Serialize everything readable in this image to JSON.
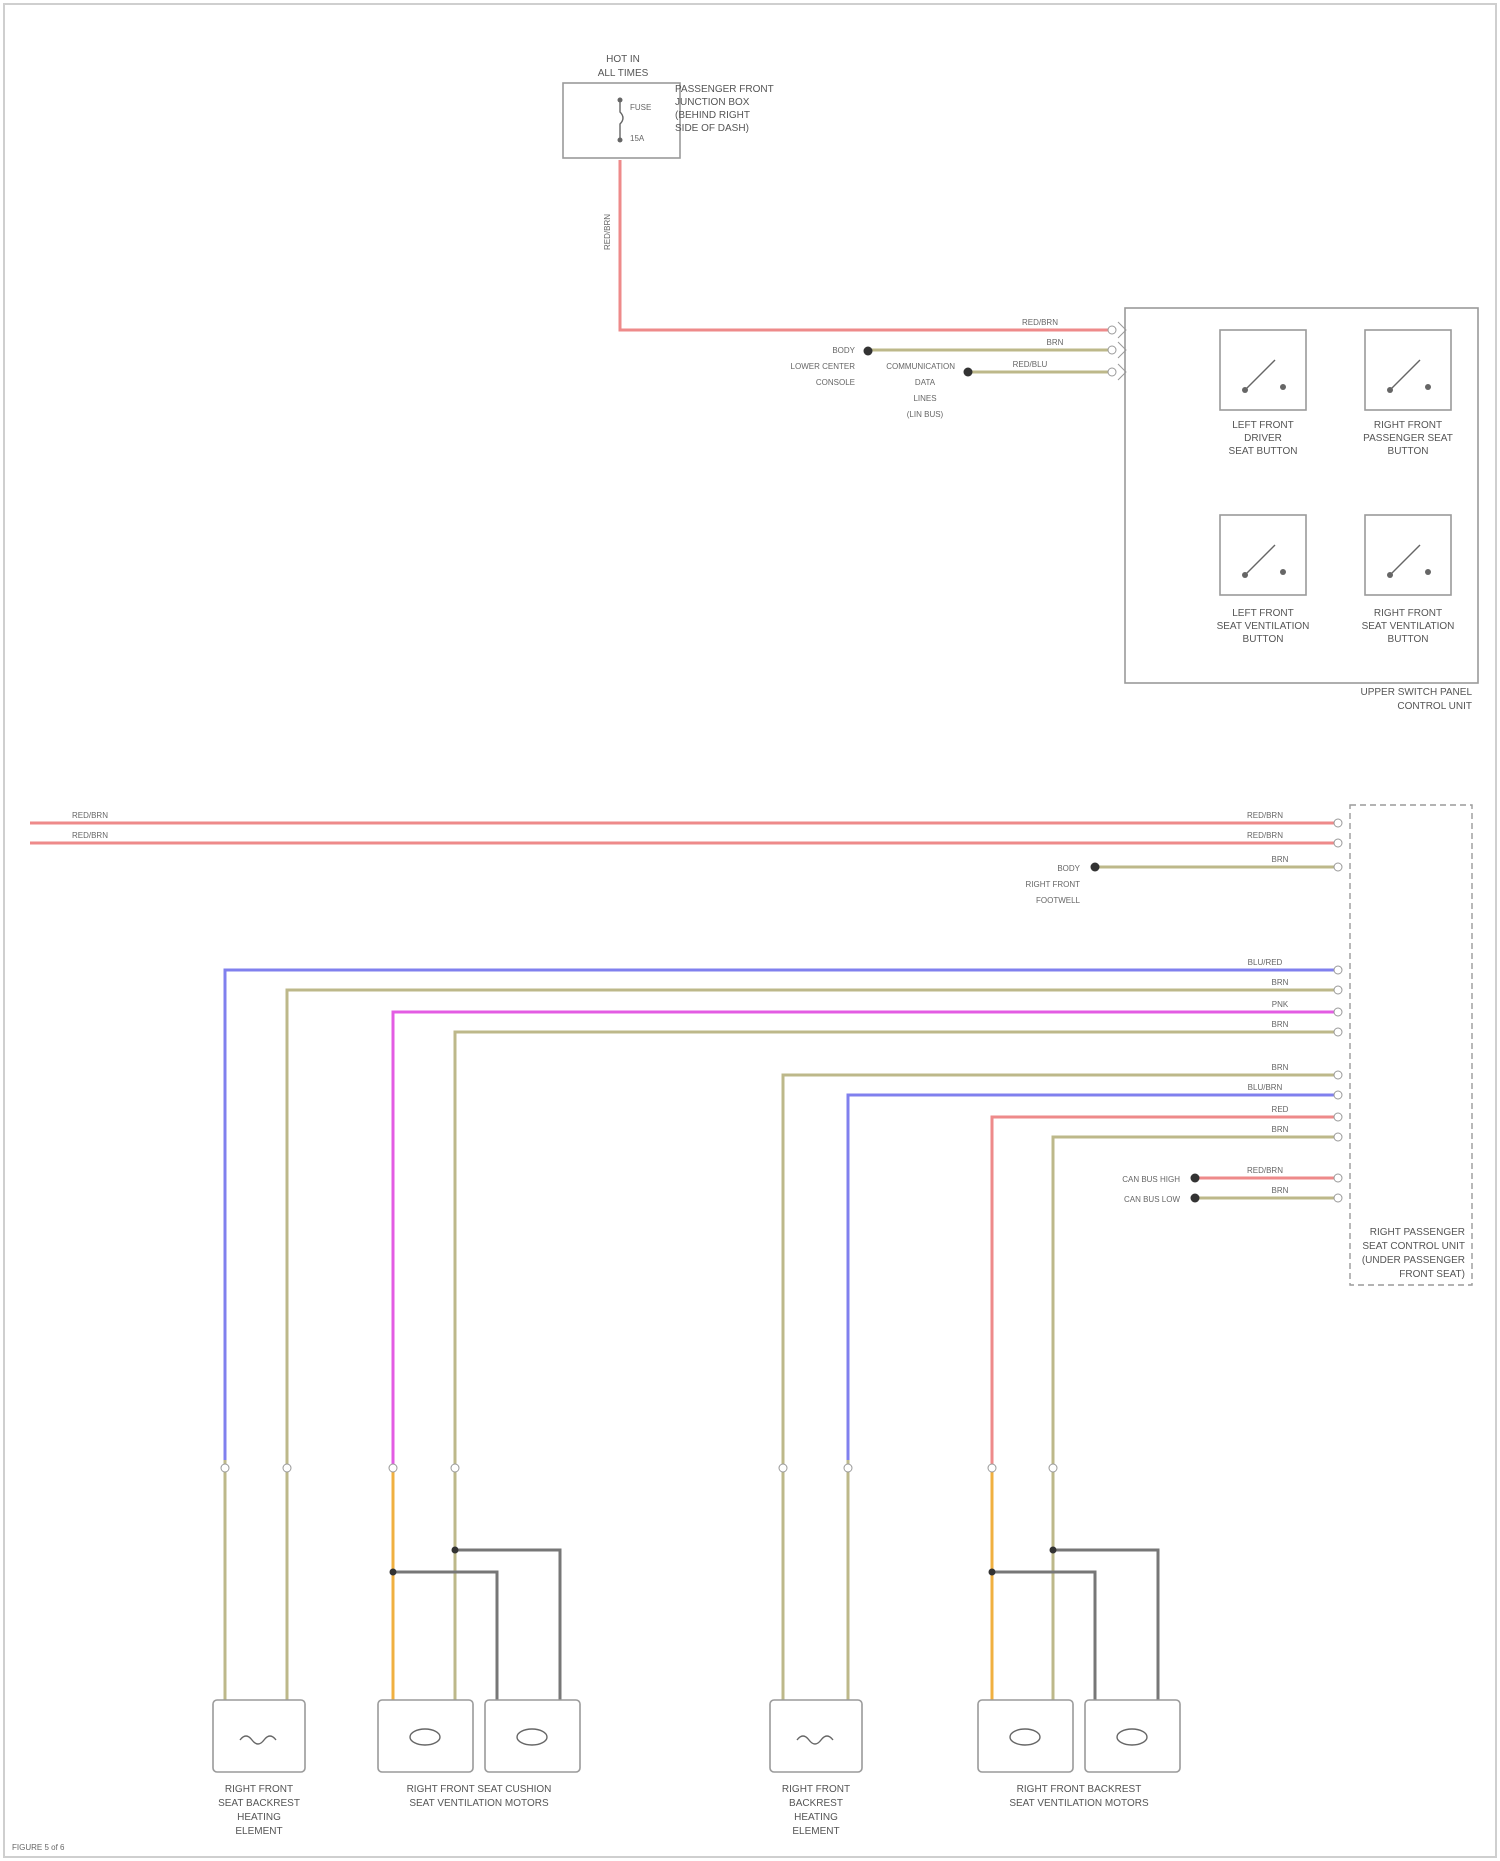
{
  "colors": {
    "red": "#ee8a8a",
    "tan": "#bdb88a",
    "blue": "#8080ee",
    "magenta": "#e35ce3",
    "gray": "#777777",
    "orange": "#f0b040",
    "box_stroke": "#9a9a9a"
  },
  "top_module": {
    "title_line1": "HOT IN",
    "title_line2": "ALL TIMES",
    "desc_line1": "PASSENGER FRONT",
    "desc_line2": "JUNCTION BOX",
    "desc_line3": "(BEHIND RIGHT",
    "desc_line4": "SIDE OF DASH)",
    "fuse_label": "FUSE",
    "fuse_amp": "15A"
  },
  "switch_panel": {
    "label_line1": "UPPER SWITCH PANEL",
    "label_line2": "CONTROL UNIT",
    "switches": [
      {
        "line1": "LEFT FRONT",
        "line2": "DRIVER",
        "line3": "SEAT BUTTON"
      },
      {
        "line1": "RIGHT FRONT",
        "line2": "PASSENGER SEAT",
        "line3": "BUTTON"
      },
      {
        "line1": "LEFT FRONT",
        "line2": "SEAT VENTILATION",
        "line3": "BUTTON"
      },
      {
        "line1": "RIGHT FRONT",
        "line2": "SEAT VENTILATION",
        "line3": "BUTTON"
      }
    ],
    "wire_labels": [
      "RED/BRN",
      "BRN",
      "RED/BLU"
    ],
    "ground_label_line1": "BODY",
    "ground_label_line2": "LOWER CENTER",
    "ground_label_line3": "CONSOLE",
    "comm_label_line1": "COMMUNICATION",
    "comm_label_line2": "DATA",
    "comm_label_line3": "LINES",
    "comm_label_line4": "(LIN BUS)"
  },
  "control_module": {
    "label_line1": "RIGHT PASSENGER",
    "label_line2": "SEAT CONTROL UNIT",
    "label_line3": "(UNDER PASSENGER",
    "label_line4": "FRONT SEAT)",
    "power_wires": [
      "RED/BRN",
      "RED/BRN",
      "BRN"
    ],
    "ground_label_line1": "BODY",
    "ground_label_line2": "RIGHT FRONT",
    "ground_label_line3": "FOOTWELL",
    "signal_wires": [
      "BLU/RED",
      "BRN",
      "PNK",
      "BRN",
      "BRN",
      "BLU/BRN",
      "RED",
      "BRN"
    ],
    "bus_wires": [
      "RED/BRN",
      "BRN"
    ],
    "bus_label_line1": "CAN BUS HIGH",
    "bus_label_line2": "CAN BUS LOW"
  },
  "components": [
    {
      "line1": "RIGHT FRONT",
      "line2": "SEAT BACKREST",
      "line3": "HEATING",
      "line4": "ELEMENT"
    },
    {
      "line1": "RIGHT FRONT SEAT CUSHION",
      "line2": "SEAT VENTILATION MOTORS",
      "line3": "",
      "line4": ""
    },
    {
      "line1": "RIGHT FRONT",
      "line2": "BACKREST",
      "line3": "HEATING",
      "line4": "ELEMENT"
    },
    {
      "line1": "RIGHT FRONT BACKREST",
      "line2": "SEAT VENTILATION MOTORS",
      "line3": "",
      "line4": ""
    }
  ],
  "footer": "FIGURE 5 of 6"
}
